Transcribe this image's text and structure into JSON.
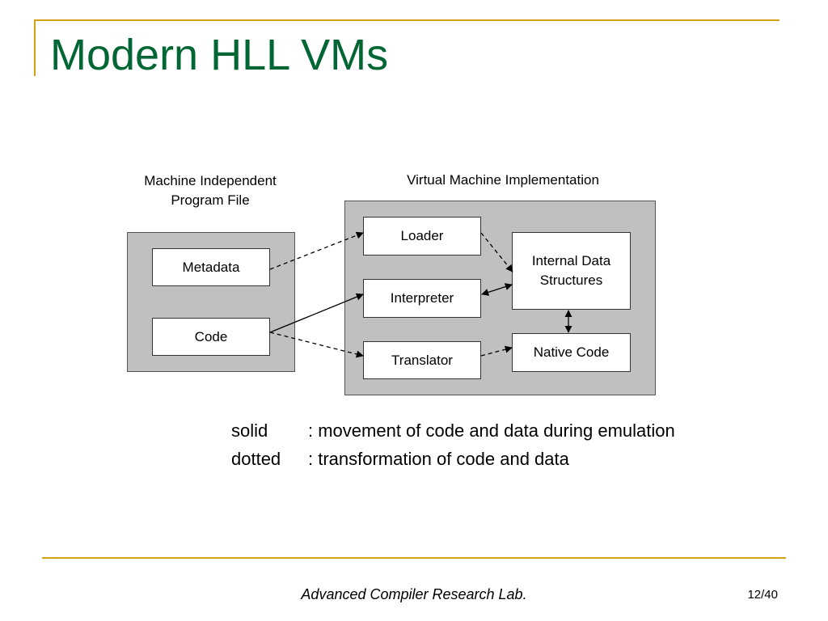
{
  "slide": {
    "title": "Modern HLL VMs",
    "footer": "Advanced Compiler Research Lab.",
    "page_number": "12/40",
    "accent_color": "#d4a017",
    "title_color": "#006633"
  },
  "diagram": {
    "left_group_caption": "Machine Independent\nProgram File",
    "right_group_caption": "Virtual Machine Implementation",
    "nodes": {
      "metadata": "Metadata",
      "code": "Code",
      "loader": "Loader",
      "interpreter": "Interpreter",
      "translator": "Translator",
      "internal_data": "Internal Data\nStructures",
      "native_code": "Native Code"
    },
    "edges": [
      {
        "from": "metadata",
        "to": "loader",
        "style": "dashed"
      },
      {
        "from": "code",
        "to": "interpreter",
        "style": "solid"
      },
      {
        "from": "code",
        "to": "translator",
        "style": "dashed"
      },
      {
        "from": "loader",
        "to": "internal_data",
        "style": "dashed"
      },
      {
        "from": "interpreter",
        "to": "internal_data",
        "style": "solid-bidirectional"
      },
      {
        "from": "translator",
        "to": "native_code",
        "style": "dashed"
      },
      {
        "from": "internal_data",
        "to": "native_code",
        "style": "solid-bidirectional"
      }
    ]
  },
  "legend": [
    {
      "term": "solid",
      "desc": ": movement of code and data during emulation"
    },
    {
      "term": "dotted",
      "desc": ": transformation of code and data"
    }
  ]
}
